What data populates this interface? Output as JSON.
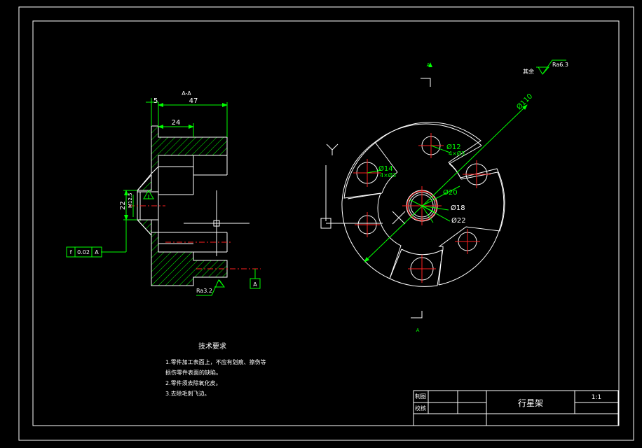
{
  "section_label": "A-A",
  "view_arrow_label": "A",
  "dimensions": {
    "dim_5": "5",
    "dim_47": "47",
    "dim_24": "24",
    "dim_22": "22",
    "dim_inner": "M12.5",
    "dia_110": "Ø110",
    "dia_12": "Ø12",
    "dia_14": "Ø14",
    "dia_20": "Ø20",
    "dia_18": "Ø18",
    "dia_22": "Ø22",
    "hole_note_1": "4×Ø3",
    "hole_note_2": "4×Ø3"
  },
  "tolerance": {
    "symbol": "f",
    "value": "0.02",
    "datum": "A"
  },
  "datum_label": "A",
  "roughness": {
    "section": "Ra3.2",
    "general_prefix": "其余",
    "general_value": "Ra6.3"
  },
  "tech_requirements": {
    "title": "技术要求",
    "items": [
      "1.零件加工表面上，不应有划痕、擦伤等",
      "损伤零件表面的缺陷。",
      "2.零件须去除氧化皮。",
      "3.去除毛刺飞边。"
    ]
  },
  "title_block": {
    "drawn_label": "制图",
    "checked_label": "校核",
    "part_name": "行星架",
    "scale": "1:1"
  },
  "colors": {
    "line": "#ffffff",
    "dimension": "#00ff00",
    "centerline": "#ff2020",
    "background": "#000000"
  }
}
